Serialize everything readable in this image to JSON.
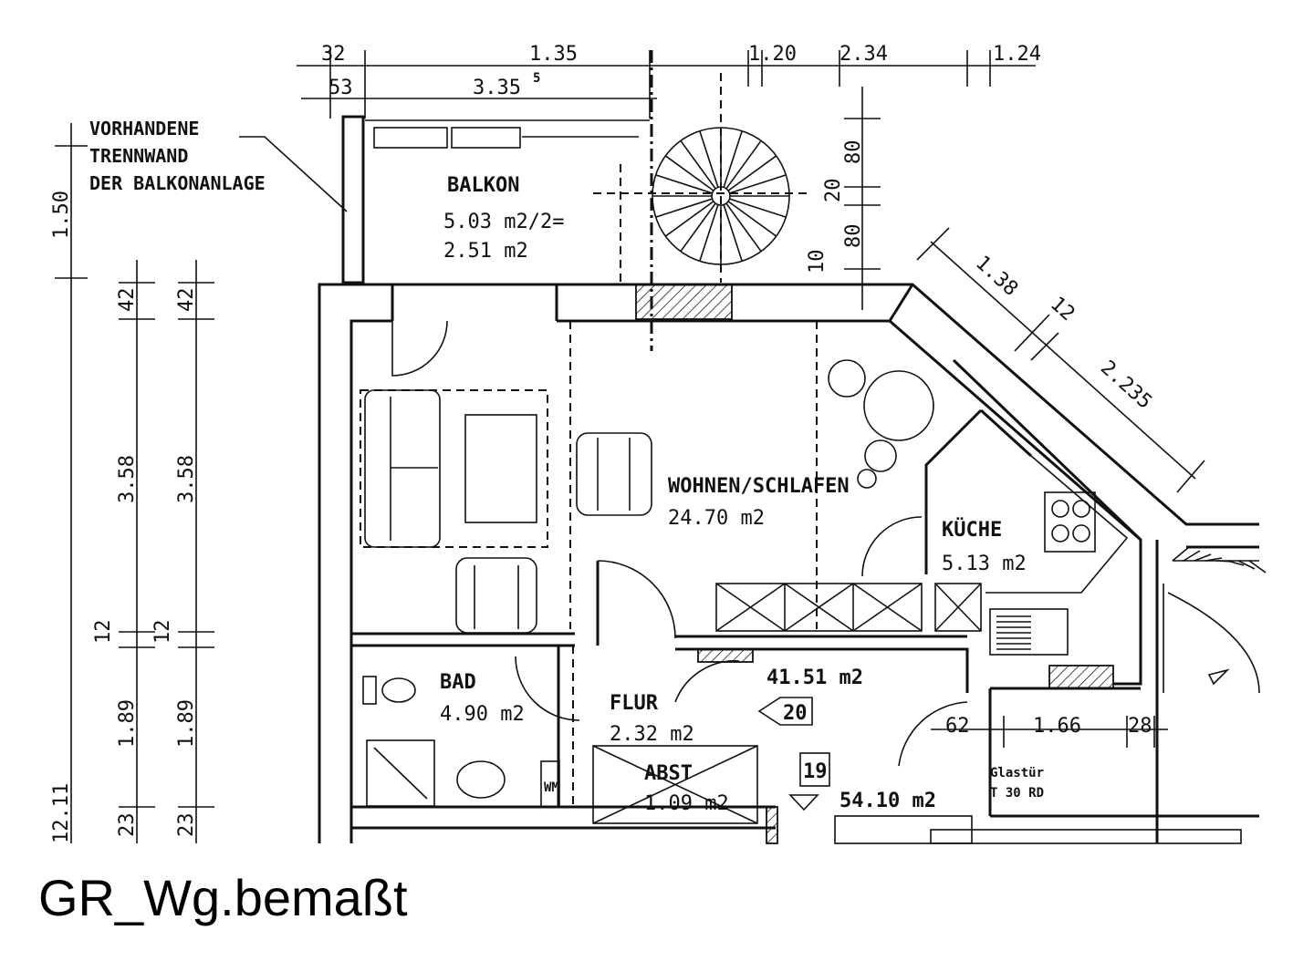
{
  "caption": "GR_Wg.bemaßt",
  "note": [
    "VORHANDENE",
    "TRENNWAND",
    "DER BALKONANLAGE"
  ],
  "rooms": {
    "balkon": {
      "name": "BALKON",
      "area_line1": "5.03 m2/2=",
      "area_line2": "2.51  m2"
    },
    "wohnen": {
      "name": "WOHNEN/SCHLAFEN",
      "area": "24.70 m2"
    },
    "kueche": {
      "name": "KÜCHE",
      "area": "5.13 m2"
    },
    "bad": {
      "name": "BAD",
      "area": "4.90 m2"
    },
    "flur": {
      "name": "FLUR",
      "area": "2.32 m2"
    },
    "abst": {
      "name": "ABST",
      "area": "1.09 m2"
    }
  },
  "totals": {
    "apartment": "41.51 m2",
    "other": "54.10 m2"
  },
  "markers": {
    "unit_20": "20",
    "unit_19": "19",
    "wm": "WM"
  },
  "door_label": [
    "Glastür",
    "T 30 RD"
  ],
  "dims": {
    "top_a": "32",
    "top_b": "1.35",
    "top_c": "1.20",
    "top_d": "2.34",
    "top_e": "1.24",
    "top2_a": "53",
    "top2_b": "3.35",
    "top2_b_sup": "5",
    "left_150": "1.50",
    "left_42a": "42",
    "left_42b": "42",
    "left_358a": "3.58",
    "left_358b": "3.58",
    "left_12a": "12",
    "left_12b": "12",
    "left_189a": "1.89",
    "left_189b": "1.89",
    "left_23a": "23",
    "left_23b": "23",
    "left_1211": "12.11",
    "right_80a": "80",
    "right_20": "20",
    "right_80b": "80",
    "right_10": "10",
    "diag_138": "1.38",
    "diag_12": "12",
    "diag_2235": "2.235",
    "hall_62": "62",
    "hall_166": "1.66",
    "hall_28": "28"
  }
}
